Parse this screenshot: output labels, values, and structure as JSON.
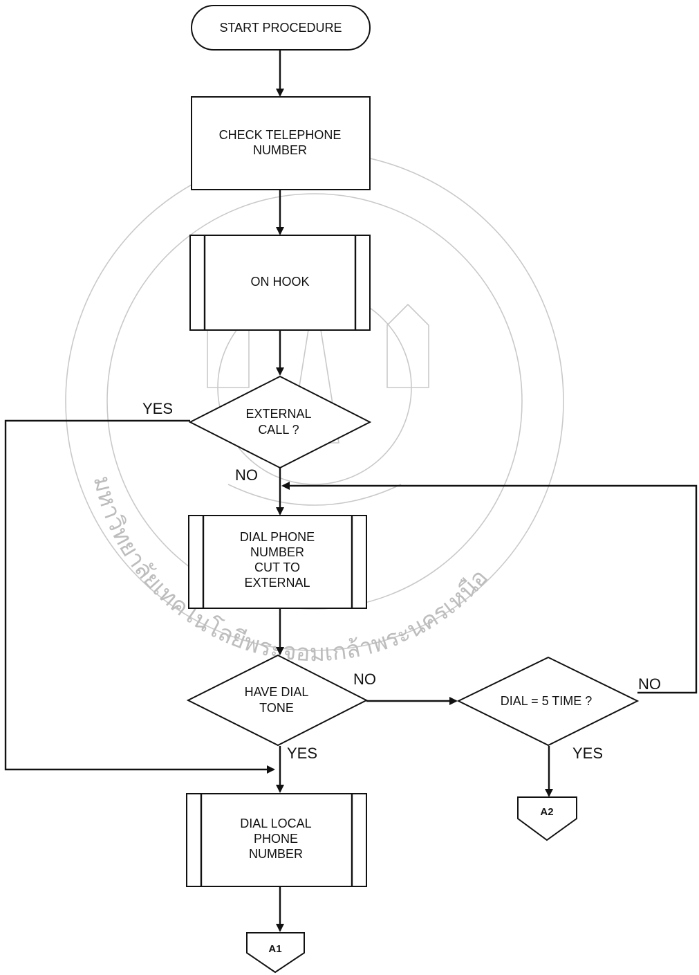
{
  "nodes": {
    "start": "START  PROCEDURE",
    "check": [
      "CHECK TELEPHONE",
      "NUMBER"
    ],
    "on_hook": "ON HOOK",
    "external_call": [
      "EXTERNAL",
      "CALL ?"
    ],
    "dial_external": [
      "DIAL PHONE",
      "NUMBER",
      "CUT TO",
      "EXTERNAL"
    ],
    "dial_tone": [
      "HAVE DIAL",
      "TONE"
    ],
    "dial_count": "DIAL = 5 TIME ?",
    "dial_local": [
      "DIAL LOCAL",
      "PHONE",
      "NUMBER"
    ],
    "connector_a1": "A1",
    "connector_a2": "A2"
  },
  "labels": {
    "external_yes": "YES",
    "external_no": "NO",
    "tone_no": "NO",
    "tone_yes": "YES",
    "count_no": "NO",
    "count_yes": "YES"
  },
  "watermark": {
    "seal_text": "มหาวิทยาลัยเทคโนโลยีพระจอมเกล้าพระนครเหนือ"
  },
  "colors": {
    "ink": "#111111",
    "watermark": "#c9c9c9"
  }
}
